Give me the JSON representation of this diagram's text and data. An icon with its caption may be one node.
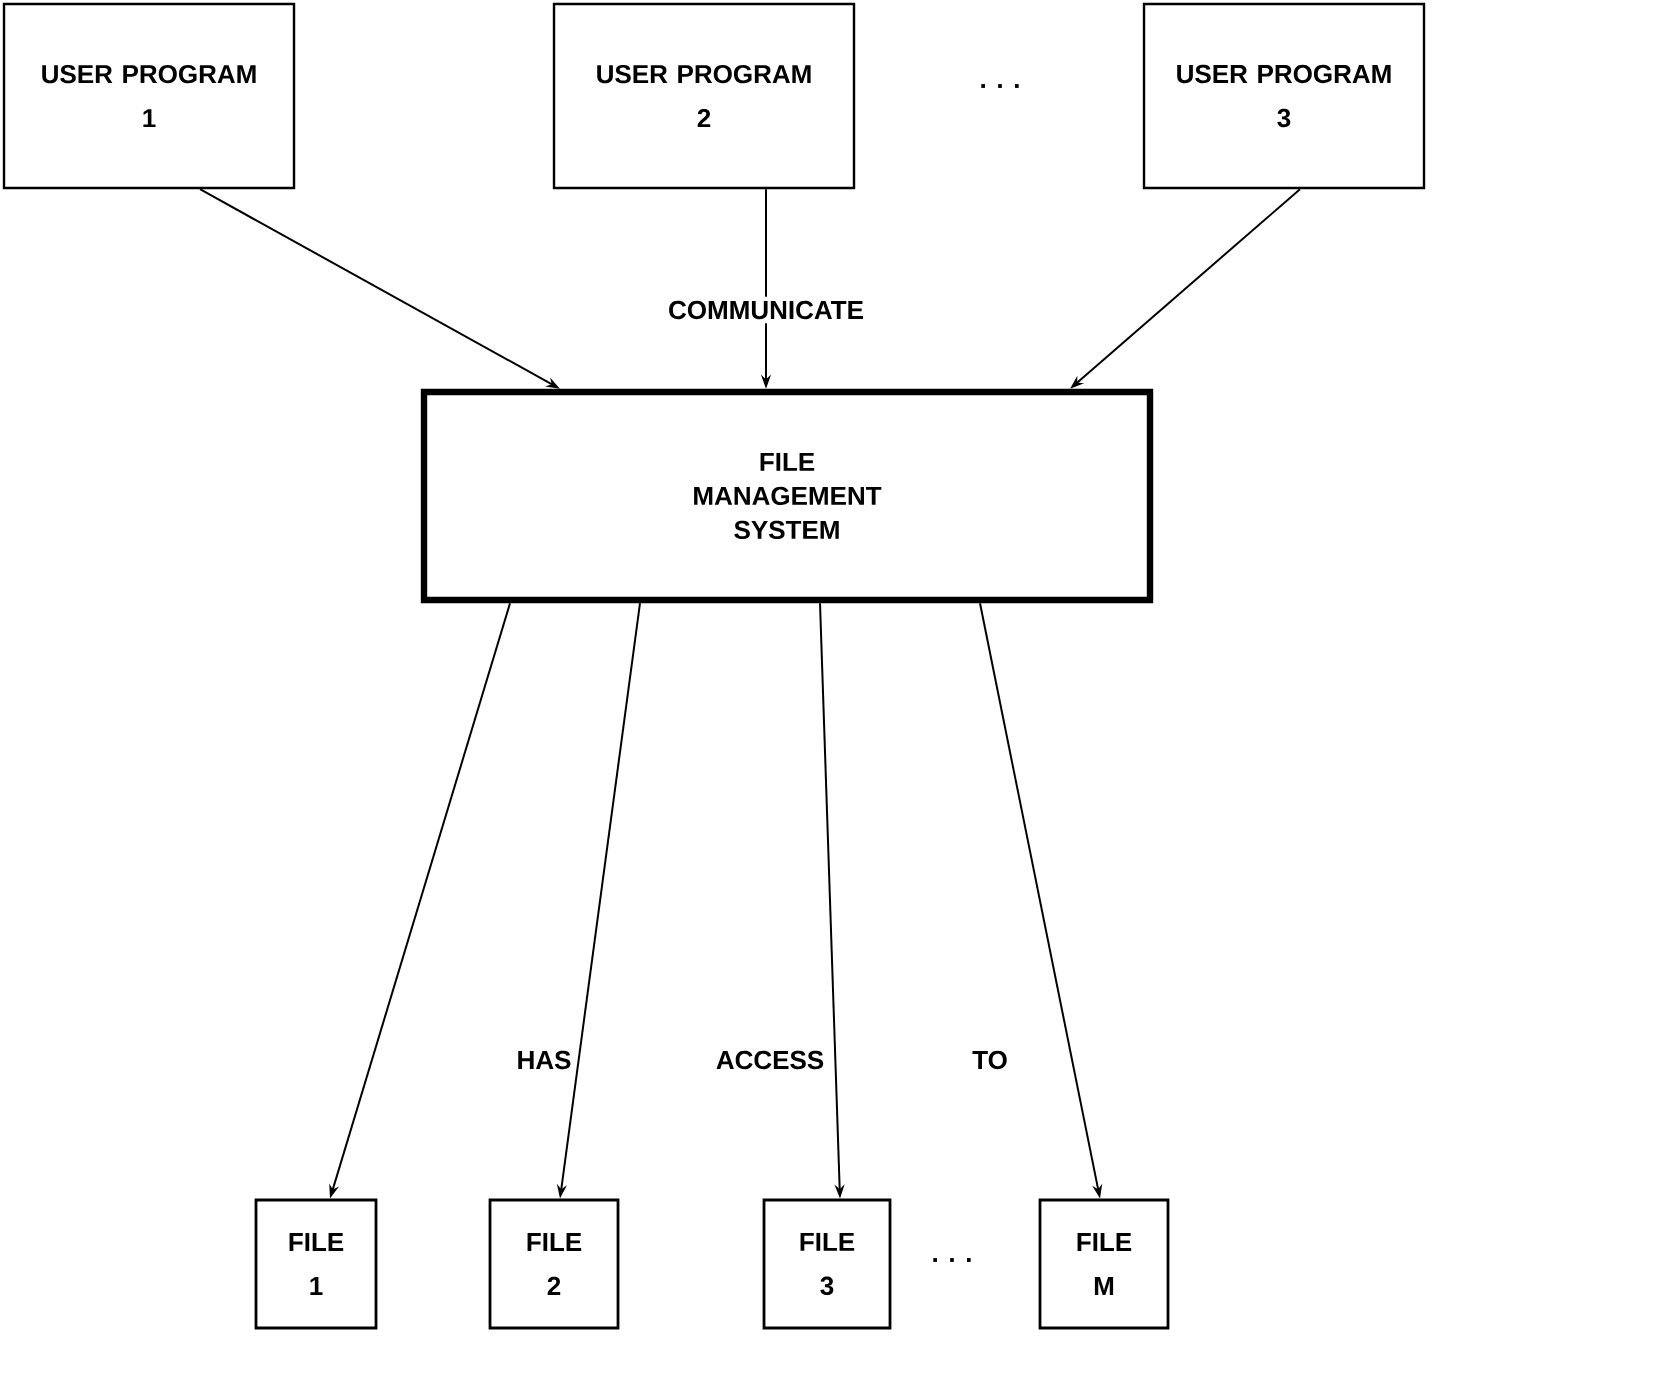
{
  "diagram": {
    "nodes": [
      {
        "text": [
          "USER PROGRAM",
          "1"
        ]
      },
      {
        "text": [
          "USER PROGRAM",
          "2"
        ]
      },
      {
        "text": [
          "USER PROGRAM",
          "3"
        ]
      },
      {
        "text": [
          "FILE MANAGEMENT SYSTEM"
        ]
      },
      {
        "text": [
          "FILE",
          "1"
        ]
      },
      {
        "text": [
          "FILE",
          "2"
        ]
      },
      {
        "text": [
          "FILE",
          "3"
        ]
      },
      {
        "text": [
          "FILE",
          "M"
        ]
      }
    ],
    "edges": [
      {
        "from": 0,
        "to": 3,
        "arrow": "to"
      },
      {
        "from": 1,
        "to": 3,
        "arrow": "to",
        "label": "COMMUNICATE"
      },
      {
        "from": 2,
        "to": 3,
        "arrow": "to"
      },
      {
        "from": 3,
        "to": 4,
        "arrow": "to"
      },
      {
        "from": 3,
        "to": 5,
        "arrow": "to"
      },
      {
        "from": 3,
        "to": 6,
        "arrow": "to"
      },
      {
        "from": 3,
        "to": 7,
        "arrow": "to"
      }
    ],
    "labels": [
      ". . .",
      "HAS",
      "ACCESS",
      "TO",
      ". . ."
    ]
  }
}
